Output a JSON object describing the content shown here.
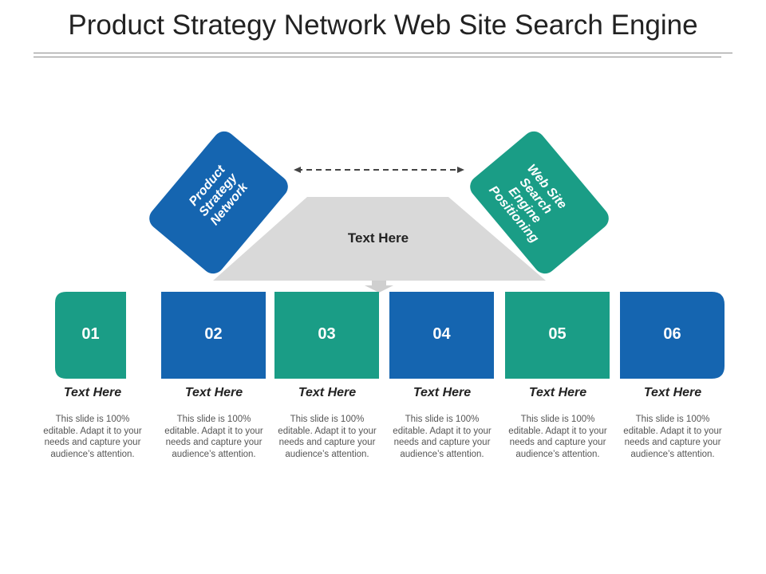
{
  "title": "Product Strategy Network Web Site Search Engine",
  "left_card": {
    "lines": [
      "Product",
      "Strategy",
      "Network"
    ],
    "color": "#1565b0"
  },
  "right_card": {
    "lines": [
      "Web Site",
      "Search",
      "Engine",
      "Positioning"
    ],
    "color": "#1a9d86"
  },
  "center_label": "Text Here",
  "colors": {
    "blue": "#1565b0",
    "green": "#1a9d86",
    "gray": "#d9d9d9"
  },
  "items": [
    {
      "num": "01",
      "title": "Text Here",
      "desc": "This slide is 100% editable. Adapt it to your needs and capture your audience’s attention."
    },
    {
      "num": "02",
      "title": "Text Here",
      "desc": "This slide is 100% editable. Adapt it to your needs and capture your audience’s attention."
    },
    {
      "num": "03",
      "title": "Text Here",
      "desc": "This slide is 100% editable. Adapt it to your needs and capture your audience’s attention."
    },
    {
      "num": "04",
      "title": "Text Here",
      "desc": "This slide is 100% editable. Adapt it to your needs and capture your audience’s attention."
    },
    {
      "num": "05",
      "title": "Text Here",
      "desc": "This slide is 100% editable. Adapt it to your needs and capture your audience’s attention."
    },
    {
      "num": "06",
      "title": "Text Here",
      "desc": "This slide is 100% editable. Adapt it to your needs and capture your audience’s attention."
    }
  ]
}
